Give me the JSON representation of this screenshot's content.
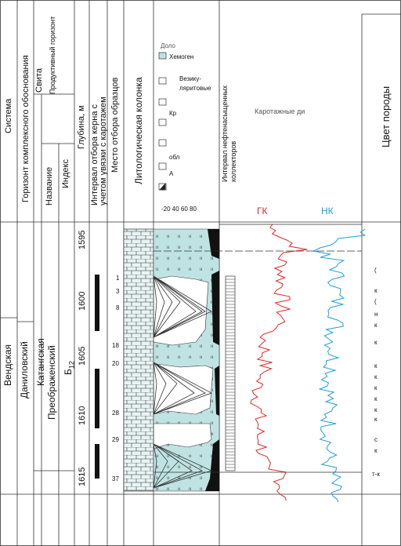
{
  "headers": {
    "system": "Система",
    "horizon": "Горизонт комплексного обоснования",
    "suite": "Свита",
    "productive": "Продуктивный горизонт",
    "name": "Название",
    "index": "Индекс",
    "depth": "Глубина, м",
    "core_interval": "Интервал отбора керна с учетом увязки с каротажем",
    "sample_place": "Место отбора образцов",
    "lith_column": "Литологическая колонка",
    "oil_interval": "Интервал нефтенасыщенных коллекторов",
    "logging_label": "Каротажные ди",
    "rock_color": "Цвет породы"
  },
  "stratigraphy": {
    "system": "Вендская",
    "horizon": "Даниловский",
    "suite": "Катангская",
    "productive": "Преображенский",
    "index_main": "Б",
    "index_sub": "12"
  },
  "depths": [
    "1595",
    "1600",
    "1605",
    "1610",
    "1615"
  ],
  "sample_numbers": [
    "1",
    "3",
    "8",
    "18",
    "20",
    "28",
    "29",
    "37"
  ],
  "legend": {
    "items": [
      "Доло",
      "Хемоген",
      "Везику-",
      "лярито­вые",
      "Кр",
      "обл",
      "А"
    ],
    "scale": "-20  40  60  80"
  },
  "curves": {
    "gk_label": "ГК",
    "nk_label": "НК",
    "gk_color": "#e02a2a",
    "nk_color": "#1ea0d8"
  },
  "color_letters": [
    "(",
    "к",
    "(",
    "н",
    "к",
    "к",
    "к",
    "к",
    "к",
    "к",
    "к",
    "к",
    "с",
    "к",
    "т-к"
  ]
}
